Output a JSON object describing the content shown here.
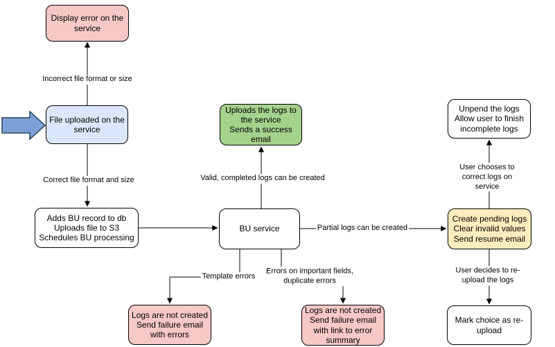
{
  "colors": {
    "background": "#ffffff",
    "connector": "#000000",
    "node_border": "#000000",
    "node_pink": "#f6c8c6",
    "node_blue": "#dbe8fb",
    "node_green": "#a5d28c",
    "node_yellow": "#fdecbd",
    "node_white": "#ffffff",
    "start_arrow_fill": "#7da0d7",
    "start_arrow_border": "#23445d"
  },
  "nodes": {
    "display_error": {
      "text": "Display error on the\nservice"
    },
    "file_uploaded": {
      "text": "File uploaded on the\nservice"
    },
    "adds_bu": {
      "text": "Adds BU record to db\nUploads file to S3\nSchedules BU processing"
    },
    "bu_service": {
      "text": "BU service"
    },
    "uploads_logs": {
      "text": "Uploads the logs to\nthe service\nSends a success\nemail"
    },
    "unpend": {
      "text": "Unpend the logs\nAllow user to finish\nincomplete logs"
    },
    "create_pending": {
      "text": "Create pending logs\nClear invalid values\nSend resume email"
    },
    "mark_choice": {
      "text": "Mark choice as re-\nupload"
    },
    "fail_template": {
      "text": "Logs are not created\nSend failure email\nwith errors"
    },
    "fail_fields": {
      "text": "Logs are not created\nSend failure email\nwith link to error\nsummary"
    }
  },
  "edges": {
    "incorrect_format": {
      "label": "Incorrect file format or size"
    },
    "correct_format": {
      "label": "Correct file format and size"
    },
    "valid_logs": {
      "label": "Valid, completed logs can be created"
    },
    "partial_logs": {
      "label": "Partial logs can be created"
    },
    "user_correct": {
      "label": "User chooses to correct logs on service"
    },
    "user_reupload": {
      "label": "User decides to re-upload the logs"
    },
    "template_errors": {
      "label": "Template errors"
    },
    "field_errors": {
      "label": "Errors on important fields,\nduplicate errors"
    }
  }
}
